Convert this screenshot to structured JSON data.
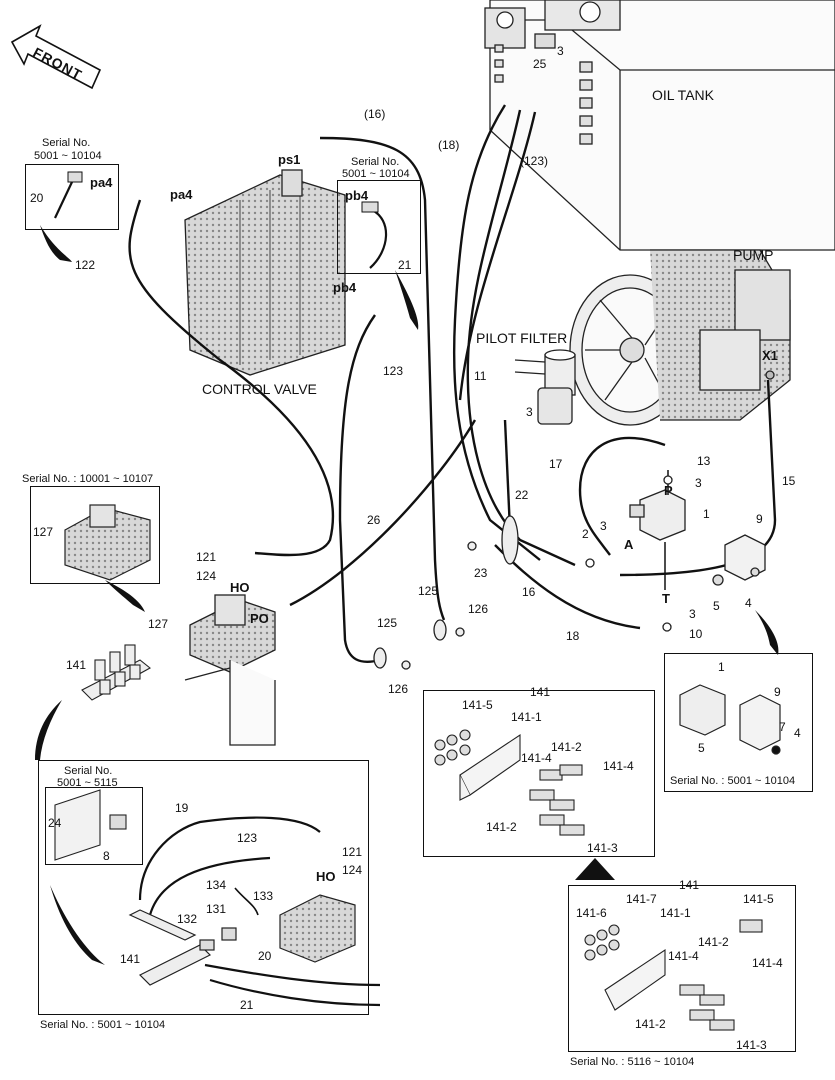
{
  "front": "FRONT",
  "components": {
    "oil_tank": "OIL TANK",
    "pump": "PUMP",
    "pilot_filter": "PILOT FILTER",
    "control_valve": "CONTROL VALVE"
  },
  "ports": {
    "ps1": "ps1",
    "pa4_a": "pa4",
    "pa4_b": "pa4",
    "pb4_a": "pb4",
    "pb4_b": "pb4",
    "x1": "X1",
    "p": "P",
    "a": "A",
    "t": "T",
    "ho_a": "HO",
    "po": "PO",
    "ho_b": "HO"
  },
  "serials": {
    "s1_title": "Serial No.",
    "s1_range": "5001 ~ 10104",
    "s2_title": "Serial No.",
    "s2_range": "5001 ~ 10104",
    "s3": "Serial No. : 10001 ~ 10107",
    "s4_title": "Serial No.",
    "s4_range": "5001 ~ 5115",
    "s5": "Serial No. : 5001 ~ 10104",
    "s6": "Serial No. : 5001 ~ 10104",
    "s7": "Serial No. : 5116 ~ 10104"
  },
  "parts": {
    "p3a": "3",
    "p25": "25",
    "p16a": "(16)",
    "p18a": "(18)",
    "p123a": "(123)",
    "p20a": "20",
    "p122": "122",
    "p21a": "21",
    "p123b": "123",
    "p11": "11",
    "p3b": "3",
    "p13": "13",
    "p3c": "3",
    "p17": "17",
    "p15": "15",
    "p1a": "1",
    "p22": "22",
    "p9a": "9",
    "p3d": "3",
    "p2": "2",
    "p26": "26",
    "p23": "23",
    "p16b": "16",
    "p5a": "5",
    "p4a": "4",
    "p127a": "127",
    "p121a": "121",
    "p124a": "124",
    "p127b": "127",
    "p125a": "125",
    "p126a": "126",
    "p125b": "125",
    "p126b": "126",
    "p3e": "3",
    "p10": "10",
    "p18b": "18",
    "p141a": "141",
    "box1_141": "141",
    "box1_141_5": "141-5",
    "box1_141_1": "141-1",
    "box1_141_4a": "141-4",
    "box1_141_2a": "141-2",
    "box1_141_4b": "141-4",
    "box1_141_2b": "141-2",
    "box1_141_3": "141-3",
    "box2_1": "1",
    "box2_9": "9",
    "box2_7": "7",
    "box2_5": "5",
    "box2_4": "4",
    "s4_24": "24",
    "s4_8": "8",
    "big_19": "19",
    "big_123": "123",
    "big_121": "121",
    "big_124": "124",
    "big_ho": "HO",
    "big_134": "134",
    "big_133": "133",
    "big_132": "132",
    "big_131": "131",
    "big_141": "141",
    "big_20": "20",
    "big_21": "21",
    "box3_141": "141",
    "box3_141_7": "141-7",
    "box3_141_5": "141-5",
    "box3_141_6": "141-6",
    "box3_141_1": "141-1",
    "box3_141_2a": "141-2",
    "box3_141_4a": "141-4",
    "box3_141_4b": "141-4",
    "box3_141_2b": "141-2",
    "box3_141_3": "141-3"
  }
}
